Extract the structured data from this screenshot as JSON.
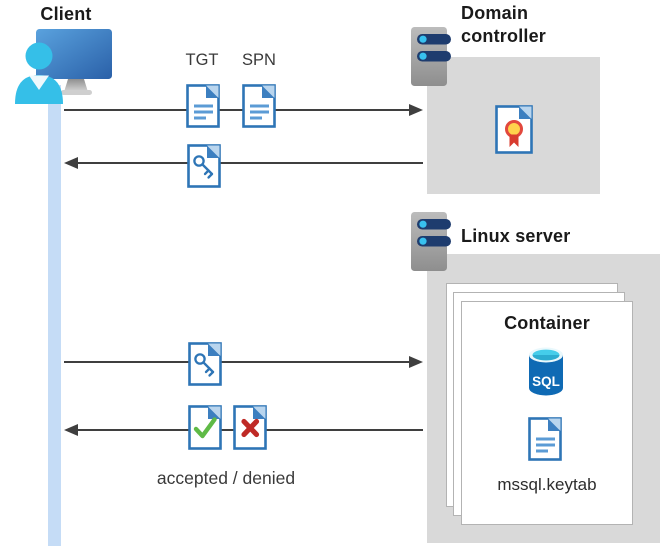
{
  "diagram": {
    "client": {
      "label": "Client"
    },
    "domain_controller": {
      "label": "Domain controller"
    },
    "linux_server": {
      "label": "Linux server"
    },
    "container": {
      "label": "Container",
      "sql_badge": "SQL",
      "keytab_file": "mssql.keytab"
    },
    "messages": {
      "tgt": "TGT",
      "spn": "SPN",
      "result": "accepted / denied"
    },
    "colors": {
      "doc_border_blue": "#2E75B6",
      "doc_line_blue": "#5B9BD5",
      "fold_light_blue": "#B9D5EE",
      "lifeline_blue": "#C5DCF6",
      "zone_gray": "#D9D9D9",
      "arrow_gray": "#3F3F3F",
      "check_green": "#5FBA46",
      "deny_red": "#BF2A26",
      "person_cyan": "#35BFE8",
      "monitor_blue": "#3C7FC0",
      "server_bar_navy": "#1E3C6E",
      "server_dot_cyan": "#38C1EF",
      "sql_body_blue": "#0F6AB4",
      "sql_top_cyan": "#45CDEA",
      "medal_yellow": "#FFD24C",
      "medal_red": "#D83B2E"
    }
  }
}
